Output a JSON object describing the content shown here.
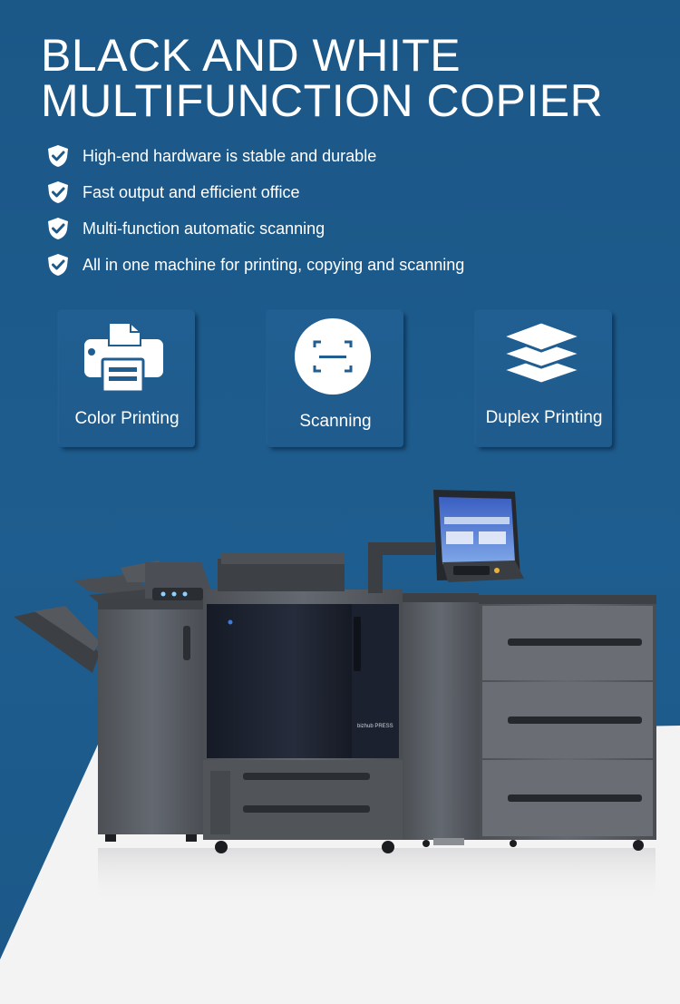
{
  "title": {
    "line1": "BLACK AND WHITE",
    "line2": "MULTIFUNCTION COPIER"
  },
  "features": [
    "High-end hardware is stable and durable",
    "Fast output and efficient office",
    "Multi-function automatic scanning",
    "All in one machine for printing, copying and scanning"
  ],
  "cards": [
    {
      "label": "Color Printing",
      "icon": "printer-icon"
    },
    {
      "label": "Scanning",
      "icon": "scan-icon"
    },
    {
      "label": "Duplex Printing",
      "icon": "layers-icon"
    }
  ],
  "product": {
    "brand_label": "bizhub PRESS"
  },
  "colors": {
    "background": "#1d5a8a",
    "floor": "#f2f2f2",
    "text": "#ffffff",
    "machine_body": "#595d62",
    "machine_panel": "#1c2230"
  }
}
